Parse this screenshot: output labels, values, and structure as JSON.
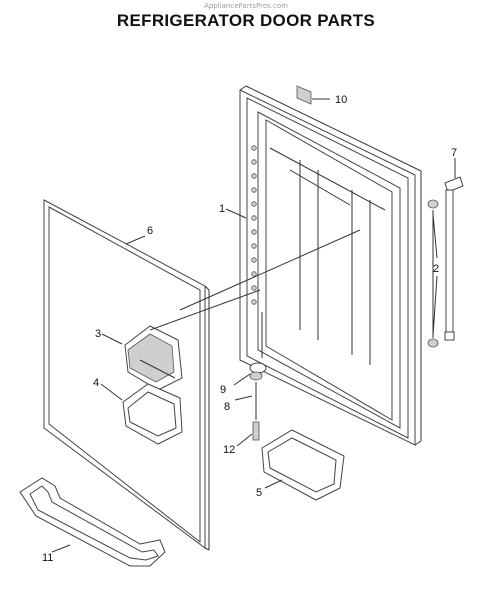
{
  "header": {
    "watermark": "AppliancePartsPros.com",
    "title": "REFRIGERATOR DOOR PARTS"
  },
  "callouts": [
    {
      "id": "part-1",
      "label": "1"
    },
    {
      "id": "part-2",
      "label": "2"
    },
    {
      "id": "part-3",
      "label": "3"
    },
    {
      "id": "part-4",
      "label": "4"
    },
    {
      "id": "part-5",
      "label": "5"
    },
    {
      "id": "part-6",
      "label": "6"
    },
    {
      "id": "part-7",
      "label": "7"
    },
    {
      "id": "part-8",
      "label": "8"
    },
    {
      "id": "part-9",
      "label": "9"
    },
    {
      "id": "part-10",
      "label": "10"
    },
    {
      "id": "part-11",
      "label": "11"
    },
    {
      "id": "part-12",
      "label": "12"
    }
  ]
}
